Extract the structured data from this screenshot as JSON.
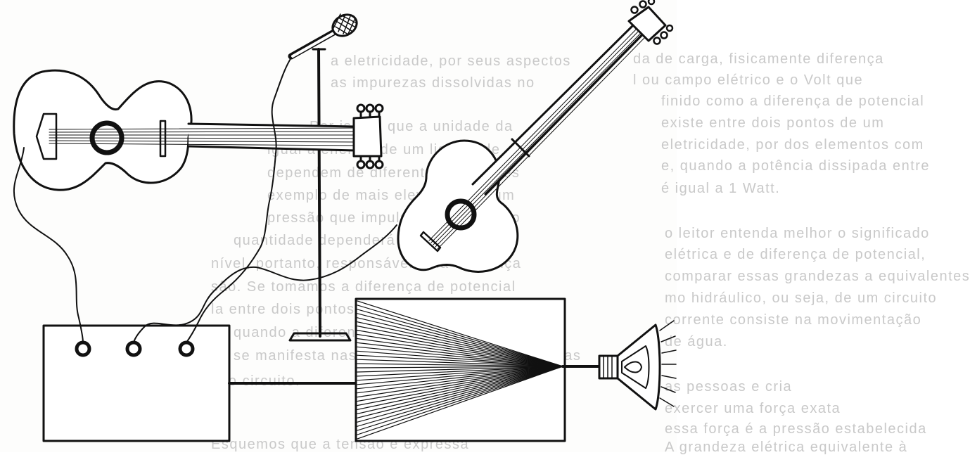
{
  "background_text": {
    "left_column": [
      "a eletricidade, por seus aspectos",
      "as impurezas dissolvidas no",
      "Por isso é que a unidade da",
      "igual a energia de um liquido de",
      "dependem de diferentes condições",
      "exemplo de mais elevado para um",
      "pressão que impulsionará o liquido",
      "quantidade dependerá da diferença de",
      "nível, portanto, responsável pela diferença",
      "são. Se tomamos a diferença de potencial",
      "la entre dois pontos de um circuito,",
      "quando a diferença existe, por",
      "se manifesta nas cargas que são impulsionadas",
      "ao do circuito.",
      "Esquemos que a tensão é expressa"
    ],
    "right_column": [
      "da de carga, fisicamente diferença",
      "l ou campo elétrico e o Volt que",
      "finido como a diferença de potencial",
      "existe entre dois pontos de um",
      "eletricidade, por dos elementos com",
      "e, quando a potência dissipada entre",
      "é igual a 1 Watt.",
      "o leitor entenda melhor o significado",
      "elétrica e de diferença de potencial,",
      "comparar essas grandezas a equivalentes",
      "mo hidráulico, ou seja, de um circuito",
      "corrente consiste na movimentação",
      "de água.",
      "as pessoas e cria",
      "exercer uma força exata",
      "essa força é a pressão estabelecida",
      "A grandeza elétrica equivalente à"
    ]
  },
  "parts": {
    "acoustic_guitar": "acoustic-guitar",
    "electric_guitar": "electric-guitar",
    "microphone": "microphone-on-stand",
    "mixer": "mixer-box",
    "amplifier": "amplifier-box",
    "loudspeaker": "loudspeaker-horn"
  },
  "colors": {
    "ink": "#111111",
    "background": "#fdfdfc",
    "ghost_text": "#c9c9c9"
  }
}
